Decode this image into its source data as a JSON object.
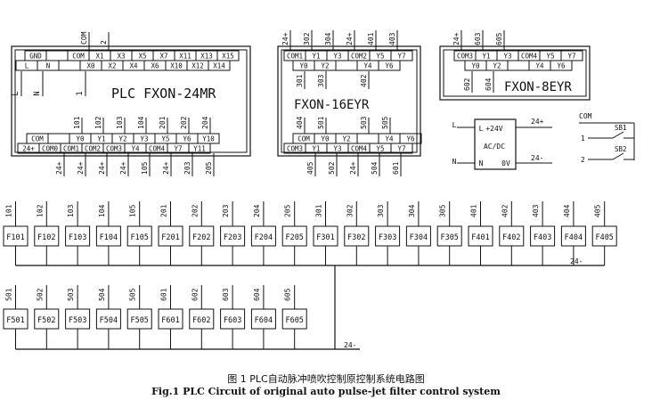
{
  "modules": {
    "main": {
      "name": "PLC FXON-24MR",
      "top_wires": [
        "COM",
        "2"
      ],
      "top_row1": [
        "GND",
        "",
        "COM",
        "X1",
        "X3",
        "X5",
        "X7",
        "X11",
        "X13",
        "X15"
      ],
      "top_row2": [
        "L",
        "N",
        "",
        "X0",
        "X2",
        "X4",
        "X6",
        "X10",
        "X12",
        "X14"
      ],
      "side_labels": [
        "L",
        "N",
        "1"
      ],
      "bot_row1": [
        "COM",
        "",
        "Y0",
        "Y1",
        "Y2",
        "Y3",
        "Y5",
        "Y6",
        "Y10"
      ],
      "bot_row2": [
        "24+",
        "COM0",
        "COM1",
        "COM2",
        "COM3",
        "Y4",
        "COM4",
        "Y7",
        "Y11"
      ],
      "bot_top_wires": [
        "101",
        "102",
        "103",
        "104",
        "201",
        "202",
        "204"
      ],
      "bot_bot_wires": [
        "24+",
        "24+",
        "24+",
        "24+",
        "105",
        "24+",
        "203",
        "205"
      ]
    },
    "ext16": {
      "name": "FXON-16EYR",
      "top_wires": [
        "24+",
        "302",
        "304",
        "24+",
        "401",
        "403"
      ],
      "top_row1": [
        "COM1",
        "Y1",
        "Y3",
        "COM2",
        "Y5",
        "Y7"
      ],
      "top_row2": [
        "Y0",
        "Y2",
        "",
        "Y4",
        "Y6"
      ],
      "inner_top": [
        "301",
        "303",
        "",
        "402"
      ],
      "inner_bot": [
        "404",
        "501",
        "",
        "503",
        "505"
      ],
      "bot_row1": [
        "COM",
        "Y0",
        "Y2",
        "",
        "Y4",
        "Y6"
      ],
      "bot_row2": [
        "COM3",
        "Y1",
        "Y3",
        "COM4",
        "Y5",
        "Y7"
      ],
      "bot_wires": [
        "405",
        "502",
        "24+",
        "504",
        "601"
      ]
    },
    "ext8": {
      "name": "FXON-8EYR",
      "top_wires": [
        "24+",
        "603",
        "605"
      ],
      "row1": [
        "COM3",
        "Y1",
        "Y3",
        "COM4",
        "Y5",
        "Y7"
      ],
      "row2": [
        "Y0",
        "Y2",
        "",
        "Y4",
        "Y6"
      ],
      "inner": [
        "602",
        "604"
      ]
    },
    "psu": {
      "label1": "+24V",
      "label2": "AC/DC",
      "pins": [
        "L",
        "N",
        "0V"
      ],
      "outputs": [
        "24+",
        "24-"
      ],
      "inputs": [
        "L",
        "N"
      ]
    },
    "switches": {
      "common": "COM",
      "rows": [
        {
          "num": "1",
          "name": "SB1"
        },
        {
          "num": "2",
          "name": "SB2"
        }
      ]
    }
  },
  "valves": {
    "row1": [
      "F101",
      "F102",
      "F103",
      "F104",
      "F105",
      "F201",
      "F202",
      "F203",
      "F204",
      "F205",
      "F301",
      "F302",
      "F303",
      "F304",
      "F305",
      "F401",
      "F402",
      "F403",
      "F404",
      "F405"
    ],
    "row1_wires": [
      "101",
      "102",
      "103",
      "104",
      "105",
      "201",
      "202",
      "203",
      "204",
      "205",
      "301",
      "302",
      "303",
      "304",
      "305",
      "401",
      "402",
      "403",
      "404",
      "405"
    ],
    "row2": [
      "F501",
      "F502",
      "F503",
      "F504",
      "F505",
      "F601",
      "F602",
      "F603",
      "F604",
      "F605"
    ],
    "row2_wires": [
      "501",
      "502",
      "503",
      "504",
      "505",
      "601",
      "602",
      "603",
      "604",
      "605"
    ],
    "bus_label_1": "24-",
    "bus_label_2": "24-"
  },
  "caption": {
    "chinese": "图 1  PLC自动脉冲喷吹控制原控制系统电路图",
    "english": "Fig.1  PLC Circuit of original auto pulse-jet filter control system"
  }
}
